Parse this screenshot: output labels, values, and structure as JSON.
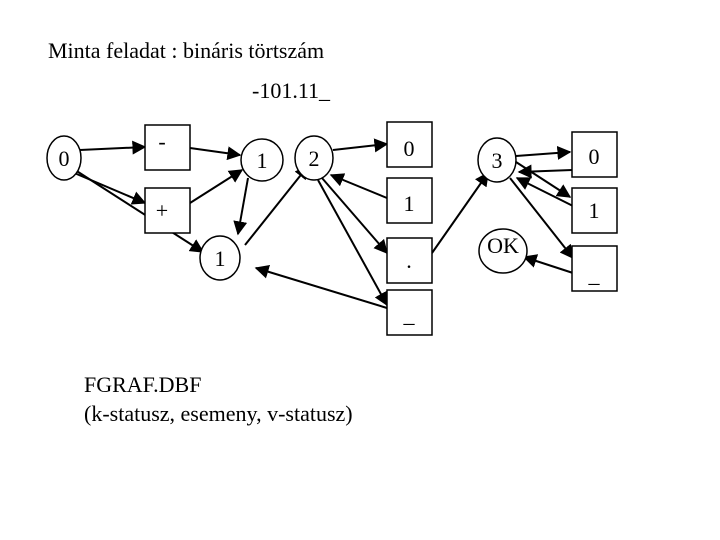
{
  "title": "Minta feladat : bináris törtszám",
  "number": "-101.11_",
  "caption": {
    "line1": "FGRAF.DBF",
    "line2": "(k-statusz, esemeny, v-statusz)"
  },
  "states": {
    "s0": "0",
    "s1": "1",
    "s1b": "1",
    "s2": "2",
    "s3": "3",
    "ok": "OK"
  },
  "events": {
    "minus": "-",
    "plus": "+",
    "zero_a": "0",
    "one_a": "1",
    "dot": ".",
    "under_a": "_",
    "zero_b": "0",
    "one_b": "1",
    "under_b": "_"
  }
}
